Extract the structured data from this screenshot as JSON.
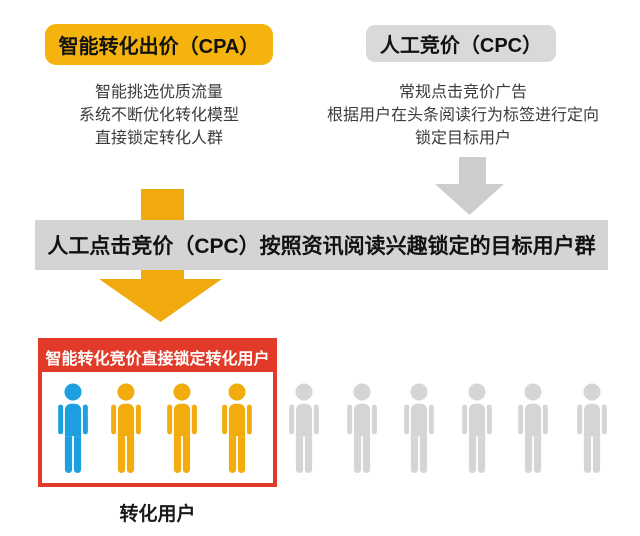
{
  "palette": {
    "gold": "#F5B30E",
    "gold_arrow": "#F0AA0E",
    "gray_badge": "#D9D9D9",
    "gray_band": "#D4D4D4",
    "gray_arrow": "#CDCDCD",
    "red": "#E23A28",
    "blue_figure": "#1E9FE0",
    "gold_figure": "#F2AC0D",
    "gray_figure": "#D5D5D5",
    "text_body": "#3C3C3C",
    "white": "#FFFFFF"
  },
  "left_column": {
    "badge_label": "智能转化出价（CPA）",
    "lines": [
      "智能挑选优质流量",
      "系统不断优化转化模型",
      "直接锁定转化人群"
    ]
  },
  "right_column": {
    "badge_label": "人工竞价（CPC）",
    "lines": [
      "常规点击竞价广告",
      "根据用户在头条阅读行为标签进行定向",
      "锁定目标用户"
    ]
  },
  "band": {
    "text": "人工点击竞价（CPC）按照资讯阅读兴趣锁定的目标用户群"
  },
  "result_box": {
    "title": "智能转化竞价直接锁定转化用户",
    "caption": "转化用户"
  },
  "figures": {
    "converted_colors": [
      "#1E9FE0",
      "#F2AC0D",
      "#F2AC0D",
      "#F2AC0D"
    ],
    "audience_colors": [
      "#D5D5D5",
      "#D5D5D5",
      "#D5D5D5",
      "#D5D5D5",
      "#D5D5D5",
      "#D5D5D5"
    ]
  },
  "icons": {
    "gold_arrow": "down-arrow",
    "gray_arrow": "down-arrow"
  }
}
